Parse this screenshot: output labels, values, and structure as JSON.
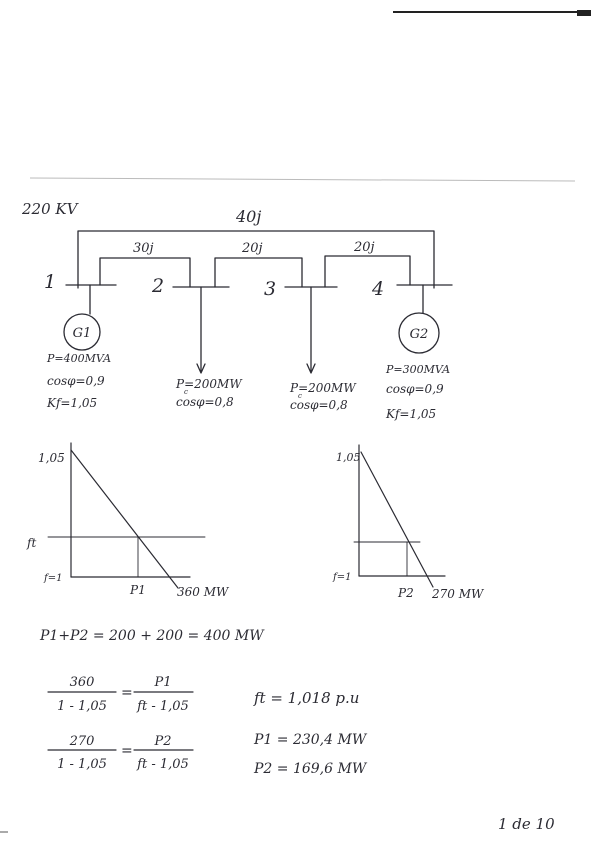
{
  "header": {
    "rule_visible": true
  },
  "network": {
    "voltage": "220 KV",
    "lines": {
      "top": "40j",
      "l12": "30j",
      "l23": "20j",
      "l34": "20j"
    },
    "bus_labels": [
      "1",
      "2",
      "3",
      "4"
    ],
    "g1": {
      "name": "G1",
      "p": "P=400MVA",
      "cos": "cosφ=0,9",
      "kf": "Kf=1,05"
    },
    "g2": {
      "name": "G2",
      "p": "P=300MVA",
      "cos": "cosφ=0,9",
      "kf": "Kf=1,05"
    },
    "load2": {
      "p": "P=200MW",
      "p_sub": "c",
      "cos": "cosφ=0,8"
    },
    "load3": {
      "p": "P=200MW",
      "p_sub": "c",
      "cos": "cosφ=0,8"
    }
  },
  "graph_left": {
    "y_top": "1,05",
    "y_mid": "ft",
    "y_low": "f=1",
    "x_p": "P1",
    "x_end": "360 MW"
  },
  "graph_right": {
    "y_top": "1,05",
    "y_low": "f=1",
    "x_p": "P2",
    "x_end": "270 MW"
  },
  "equations": {
    "sum": "P1+P2 = 200 + 200 = 400 MW",
    "eq1": {
      "lnum": "360",
      "lden": "1 - 1,05",
      "eq": "=",
      "rnum": "P1",
      "rden": "ft - 1,05"
    },
    "eq2": {
      "lnum": "270",
      "lden": "1 - 1,05",
      "eq": "=",
      "rnum": "P2",
      "rden": "ft - 1,05"
    },
    "res_f": "ft = 1,018 p.u",
    "res_p1": "P1 = 230,4 MW",
    "res_p2": "P2 = 169,6 MW"
  },
  "footer": {
    "page": "1 de 10"
  }
}
